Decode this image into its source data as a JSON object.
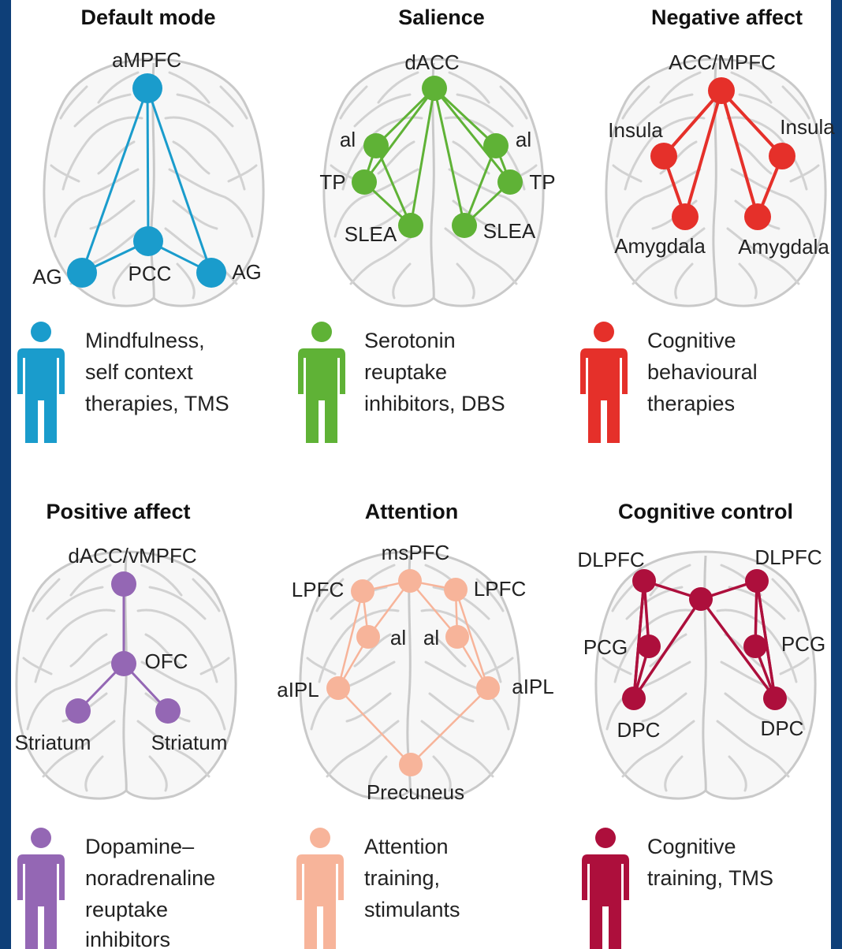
{
  "figure": {
    "networks": [
      {
        "id": "default",
        "title": "Default mode",
        "color": "#1a9ccc",
        "nodes": [
          {
            "id": "amPFC",
            "label": "aMPFC"
          },
          {
            "id": "pcc",
            "label": "PCC"
          },
          {
            "id": "agL",
            "label": "AG"
          },
          {
            "id": "agR",
            "label": "AG"
          }
        ],
        "edges": [
          [
            "amPFC",
            "pcc"
          ],
          [
            "amPFC",
            "agL"
          ],
          [
            "amPFC",
            "agR"
          ],
          [
            "pcc",
            "agL"
          ],
          [
            "pcc",
            "agR"
          ]
        ],
        "treatment": [
          "Mindfulness,",
          "self context",
          "therapies, TMS"
        ]
      },
      {
        "id": "salience",
        "title": "Salience",
        "color": "#5fb236",
        "nodes": [
          {
            "id": "dacc",
            "label": "dACC"
          },
          {
            "id": "aiL",
            "label": "al"
          },
          {
            "id": "aiR",
            "label": "al"
          },
          {
            "id": "tpL",
            "label": "TP"
          },
          {
            "id": "tpR",
            "label": "TP"
          },
          {
            "id": "sleaL",
            "label": "SLEA"
          },
          {
            "id": "sleaR",
            "label": "SLEA"
          }
        ],
        "edges": [
          [
            "dacc",
            "aiL"
          ],
          [
            "dacc",
            "aiR"
          ],
          [
            "dacc",
            "tpL"
          ],
          [
            "dacc",
            "tpR"
          ],
          [
            "dacc",
            "sleaL"
          ],
          [
            "dacc",
            "sleaR"
          ],
          [
            "aiL",
            "tpL"
          ],
          [
            "aiR",
            "tpR"
          ],
          [
            "aiL",
            "sleaL"
          ],
          [
            "tpL",
            "sleaL"
          ],
          [
            "aiR",
            "sleaR"
          ],
          [
            "tpR",
            "sleaR"
          ]
        ],
        "treatment": [
          "Serotonin",
          "reuptake",
          "inhibitors, DBS"
        ]
      },
      {
        "id": "negative",
        "title": "Negative affect",
        "color": "#e5302a",
        "nodes": [
          {
            "id": "acc",
            "label": "ACC/MPFC"
          },
          {
            "id": "insL",
            "label": "Insula"
          },
          {
            "id": "insR",
            "label": "Insula"
          },
          {
            "id": "amyL",
            "label": "Amygdala"
          },
          {
            "id": "amyR",
            "label": "Amygdala"
          }
        ],
        "edges": [
          [
            "acc",
            "insL"
          ],
          [
            "acc",
            "insR"
          ],
          [
            "acc",
            "amyL"
          ],
          [
            "acc",
            "amyR"
          ],
          [
            "insL",
            "amyL"
          ],
          [
            "insR",
            "amyR"
          ]
        ],
        "treatment": [
          "Cognitive",
          "behavioural",
          "therapies"
        ]
      },
      {
        "id": "positive",
        "title": "Positive affect",
        "color": "#9467b4",
        "nodes": [
          {
            "id": "vmpfc",
            "label": "dACC/vMPFC"
          },
          {
            "id": "ofc",
            "label": "OFC"
          },
          {
            "id": "strL",
            "label": "Striatum"
          },
          {
            "id": "strR",
            "label": "Striatum"
          }
        ],
        "edges": [
          [
            "vmpfc",
            "ofc"
          ],
          [
            "ofc",
            "strL"
          ],
          [
            "ofc",
            "strR"
          ]
        ],
        "treatment": [
          "Dopamine–",
          "noradrenaline",
          "reuptake",
          "inhibitors"
        ]
      },
      {
        "id": "attention",
        "title": "Attention",
        "color": "#f7b49a",
        "nodes": [
          {
            "id": "mspfc",
            "label": "msPFC"
          },
          {
            "id": "lpfcL",
            "label": "LPFC"
          },
          {
            "id": "lpfcR",
            "label": "LPFC"
          },
          {
            "id": "aiL",
            "label": "al"
          },
          {
            "id": "aiR",
            "label": "al"
          },
          {
            "id": "aiplL",
            "label": "aIPL"
          },
          {
            "id": "aiplR",
            "label": "aIPL"
          },
          {
            "id": "prec",
            "label": "Precuneus"
          }
        ],
        "edges": [
          [
            "mspfc",
            "lpfcL"
          ],
          [
            "mspfc",
            "lpfcR"
          ],
          [
            "mspfc",
            "aiL"
          ],
          [
            "mspfc",
            "aiR"
          ],
          [
            "lpfcL",
            "aiL"
          ],
          [
            "lpfcR",
            "aiR"
          ],
          [
            "lpfcL",
            "aiplL"
          ],
          [
            "lpfcR",
            "aiplR"
          ],
          [
            "aiL",
            "aiplL"
          ],
          [
            "aiR",
            "aiplR"
          ],
          [
            "aiplL",
            "prec"
          ],
          [
            "aiplR",
            "prec"
          ]
        ],
        "treatment": [
          "Attention",
          "training,",
          "stimulants"
        ]
      },
      {
        "id": "control",
        "title": "Cognitive control",
        "color": "#ad0f3c",
        "nodes": [
          {
            "id": "dlpfcL",
            "label": "DLPFC"
          },
          {
            "id": "dlpfcR",
            "label": "DLPFC"
          },
          {
            "id": "hub",
            "label": ""
          },
          {
            "id": "pcgL",
            "label": "PCG"
          },
          {
            "id": "pcgR",
            "label": "PCG"
          },
          {
            "id": "dpcL",
            "label": "DPC"
          },
          {
            "id": "dpcR",
            "label": "DPC"
          }
        ],
        "edges": [
          [
            "dlpfcL",
            "hub"
          ],
          [
            "dlpfcR",
            "hub"
          ],
          [
            "hub",
            "dpcL"
          ],
          [
            "hub",
            "dpcR"
          ],
          [
            "dlpfcL",
            "pcgL"
          ],
          [
            "dlpfcR",
            "pcgR"
          ],
          [
            "dlpfcL",
            "dpcL"
          ],
          [
            "dlpfcR",
            "dpcR"
          ],
          [
            "pcgL",
            "dpcL"
          ],
          [
            "pcgR",
            "dpcR"
          ],
          [
            "dlpfcL",
            "dpcL"
          ],
          [
            "dlpfcR",
            "dpcR"
          ]
        ],
        "treatment": [
          "Cognitive",
          "training, TMS"
        ]
      }
    ]
  }
}
